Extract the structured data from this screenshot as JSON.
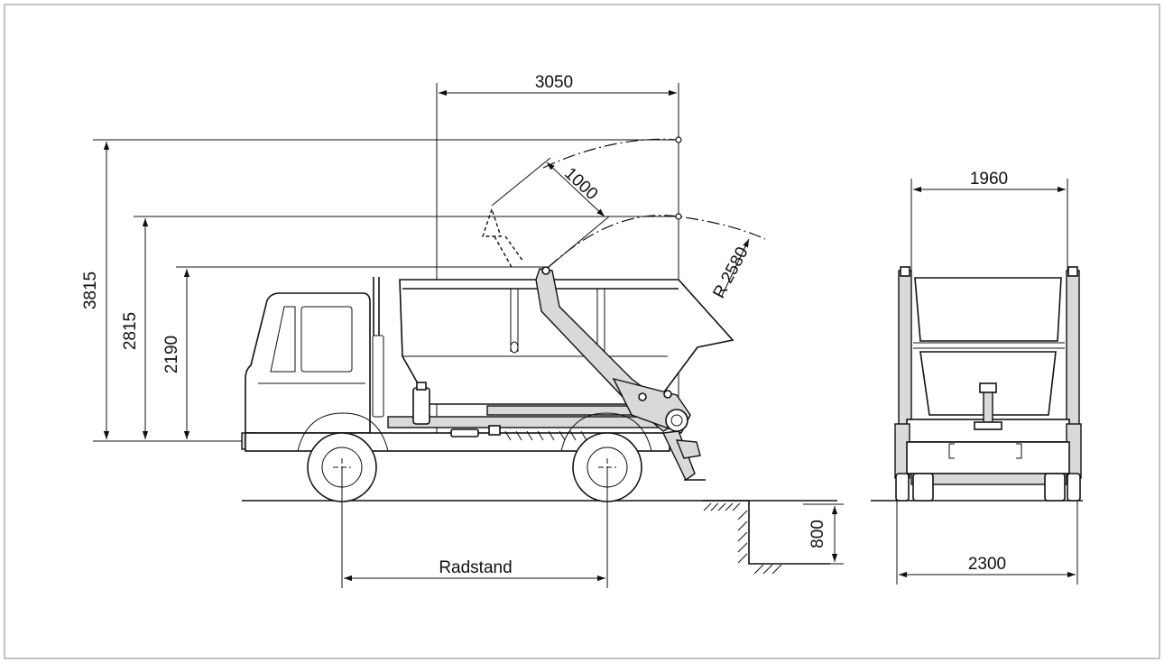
{
  "dimensions": {
    "reach": "3050",
    "arm_extension": "1000",
    "radius": "R 2580",
    "height_max": "3815",
    "height_mid": "2815",
    "height_low": "2190",
    "wheelbase": "Radstand",
    "pit_depth": "800",
    "rear_width_inner": "1960",
    "rear_width_outer": "2300"
  }
}
